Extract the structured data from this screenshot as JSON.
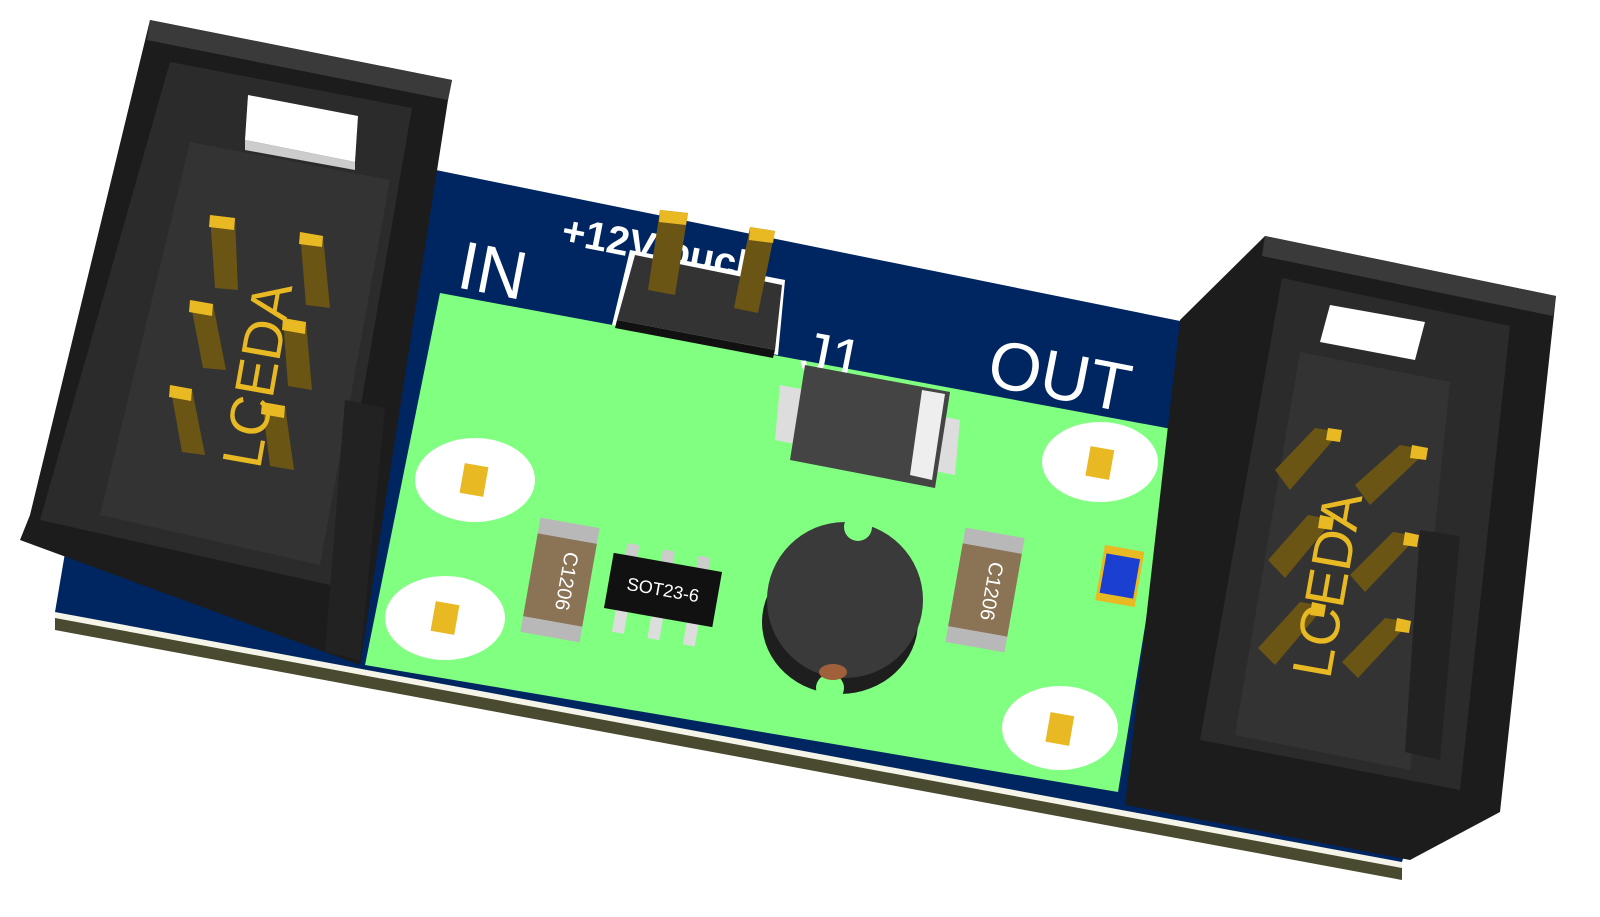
{
  "board": {
    "silkscreen": {
      "input_label": "IN",
      "title": "+12V buck",
      "jumper_label": "J1",
      "output_label": "OUT"
    },
    "left_header": {
      "logo": "LCEDA"
    },
    "right_header": {
      "logo": "LCEDA"
    },
    "components": {
      "cap_left": "C1206",
      "cap_right": "C1206",
      "ic": "SOT23-6"
    }
  },
  "colors": {
    "board": "#002661",
    "copper_fill": "#80ff80",
    "header": "#2b2b2b",
    "pin_gold": "#e8b923",
    "led": "#1a3fd1"
  }
}
